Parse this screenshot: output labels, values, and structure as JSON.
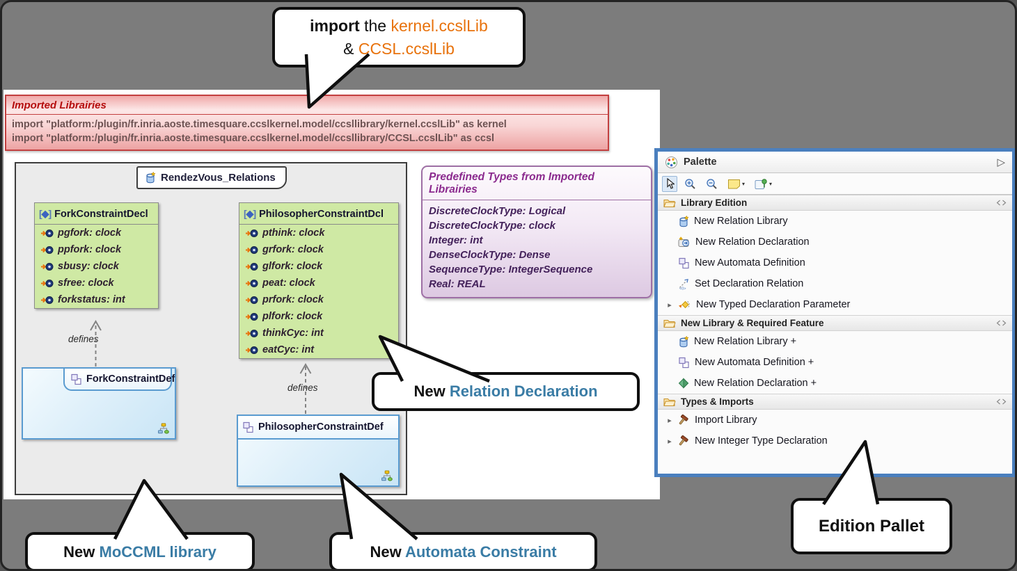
{
  "callouts": {
    "import": {
      "bold": "import",
      "mid": " the ",
      "lib1": "kernel.ccslLib",
      "amp": "& ",
      "lib2": "CCSL.ccslLib"
    },
    "relation_declaration": {
      "bold": "New ",
      "accent": "Relation Declaration"
    },
    "moccml": {
      "bold": "New ",
      "accent": "MoCCML library"
    },
    "automata": {
      "bold": "New ",
      "accent": "Automata Constraint"
    },
    "edition_pallet": {
      "label": "Edition Pallet"
    }
  },
  "banner": {
    "title": "Imported Librairies",
    "lines": [
      "import \"platform:/plugin/fr.inria.aoste.timesquare.ccslkernel.model/ccsllibrary/kernel.ccslLib\" as kernel",
      "import \"platform:/plugin/fr.inria.aoste.timesquare.ccslkernel.model/ccsllibrary/CCSL.ccslLib\" as ccsl"
    ]
  },
  "diagram": {
    "package": "RendezVous_Relations",
    "edge_label": "defines",
    "decls": [
      {
        "name": "ForkConstraintDecl",
        "attrs": [
          "pgfork: clock",
          "ppfork: clock",
          "sbusy: clock",
          "sfree: clock",
          "forkstatus: int"
        ]
      },
      {
        "name": "PhilosopherConstraintDcl",
        "attrs": [
          "pthink: clock",
          "grfork: clock",
          "glfork: clock",
          "peat: clock",
          "prfork: clock",
          "plfork: clock",
          "thinkCyc: int",
          "eatCyc: int"
        ]
      }
    ],
    "defs": [
      {
        "name": "ForkConstraintDef"
      },
      {
        "name": "PhilosopherConstraintDef"
      }
    ]
  },
  "types_box": {
    "title": "Predefined Types from Imported Librairies",
    "entries": [
      "DiscreteClockType: Logical",
      "DiscreteClockType: clock",
      "Integer: int",
      "DenseClockType: Dense",
      "SequenceType: IntegerSequence",
      "Real: REAL"
    ]
  },
  "palette": {
    "title": "Palette",
    "collapse_arrow": "▷",
    "tools": [
      {
        "name": "selection-tool",
        "icon": "cursor",
        "selected": true
      },
      {
        "name": "zoom-in-tool",
        "icon": "zoom-in",
        "selected": false
      },
      {
        "name": "zoom-out-tool",
        "icon": "zoom-out",
        "selected": false
      },
      {
        "name": "note-tool",
        "icon": "note",
        "selected": false,
        "dropdown": true
      },
      {
        "name": "pin-note-tool",
        "icon": "pin-note",
        "selected": false,
        "dropdown": true
      }
    ],
    "sections": [
      {
        "label": "Library Edition",
        "items": [
          {
            "label": "New Relation Library",
            "icon": "relation-library",
            "expandable": false
          },
          {
            "label": "New Relation Declaration",
            "icon": "relation-declaration",
            "expandable": false
          },
          {
            "label": "New Automata Definition",
            "icon": "automata-definition",
            "expandable": false
          },
          {
            "label": "Set Declaration Relation",
            "icon": "set-declaration-relation",
            "expandable": false
          },
          {
            "label": "New Typed Declaration Parameter",
            "icon": "typed-declaration-parameter",
            "expandable": true
          }
        ]
      },
      {
        "label": "New Library & Required Feature",
        "items": [
          {
            "label": "New Relation Library +",
            "icon": "relation-library",
            "expandable": false
          },
          {
            "label": "New Automata Definition +",
            "icon": "automata-definition",
            "expandable": false
          },
          {
            "label": "New Relation Declaration +",
            "icon": "green-diamond",
            "expandable": false
          }
        ]
      },
      {
        "label": "Types & Imports",
        "items": [
          {
            "label": "Import Library",
            "icon": "hammer",
            "expandable": true
          },
          {
            "label": "New Integer Type Declaration",
            "icon": "hammer",
            "expandable": true
          }
        ]
      }
    ]
  },
  "colors": {
    "accent_blue": "#3a7ca5",
    "accent_orange": "#e8720c",
    "palette_border": "#4a7fbe",
    "decl_green": "#cfe9a4",
    "def_blue_border": "#5a9bd0",
    "banner_red": "#c34040",
    "types_purple": "#9e6fa5"
  }
}
